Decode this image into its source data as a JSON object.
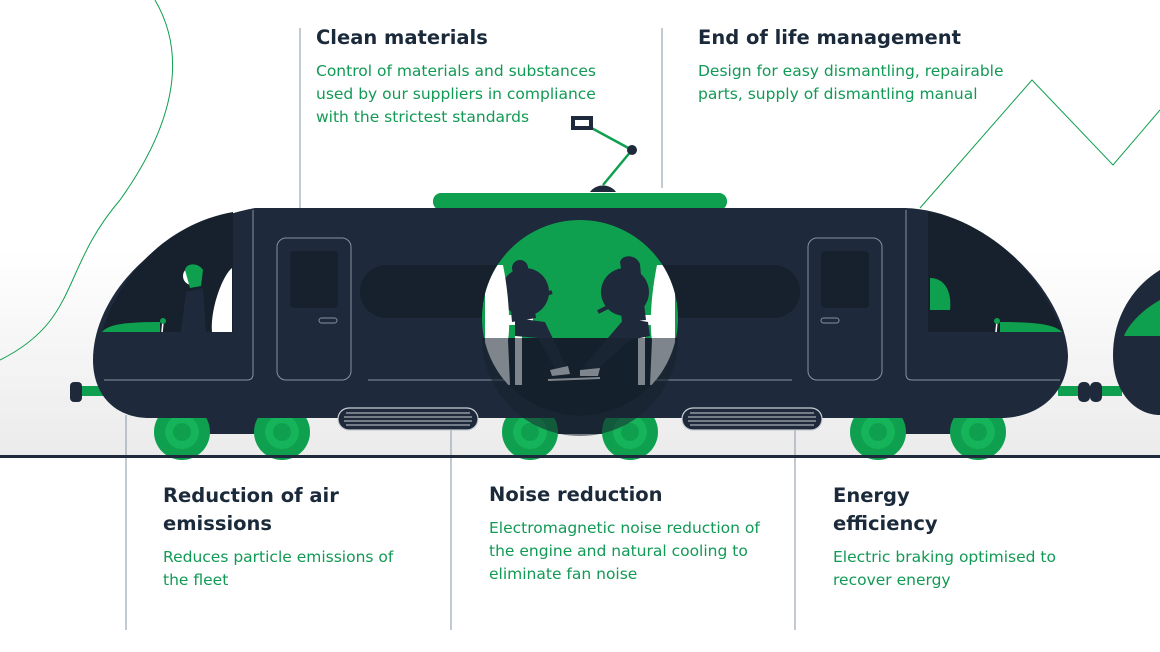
{
  "colors": {
    "navy": "#1e2a3b",
    "dark_window": "#16212d",
    "green": "#0fa04f",
    "light_green": "#15b45a",
    "text_dark": "#1b2a3a",
    "text_green": "#119a55",
    "ground": "#efefef"
  },
  "callouts": {
    "clean_materials": {
      "title": "Clean materials",
      "description": "Control of materials and substances used by our suppliers in compliance with the strictest standards"
    },
    "end_of_life": {
      "title": "End of life management",
      "description": "Design for easy dismantling, repairable parts, supply of dismantling manual"
    },
    "air_emissions": {
      "title": "Reduction of air emissions",
      "description": "Reduces particle emissions of the fleet"
    },
    "noise_reduction": {
      "title": "Noise reduction",
      "description": "Electromagnetic noise reduction of the engine and natural cooling to eliminate fan noise"
    },
    "energy_efficiency": {
      "title": "Energy efficiency",
      "description": "Electric braking optimised to recover energy"
    }
  }
}
